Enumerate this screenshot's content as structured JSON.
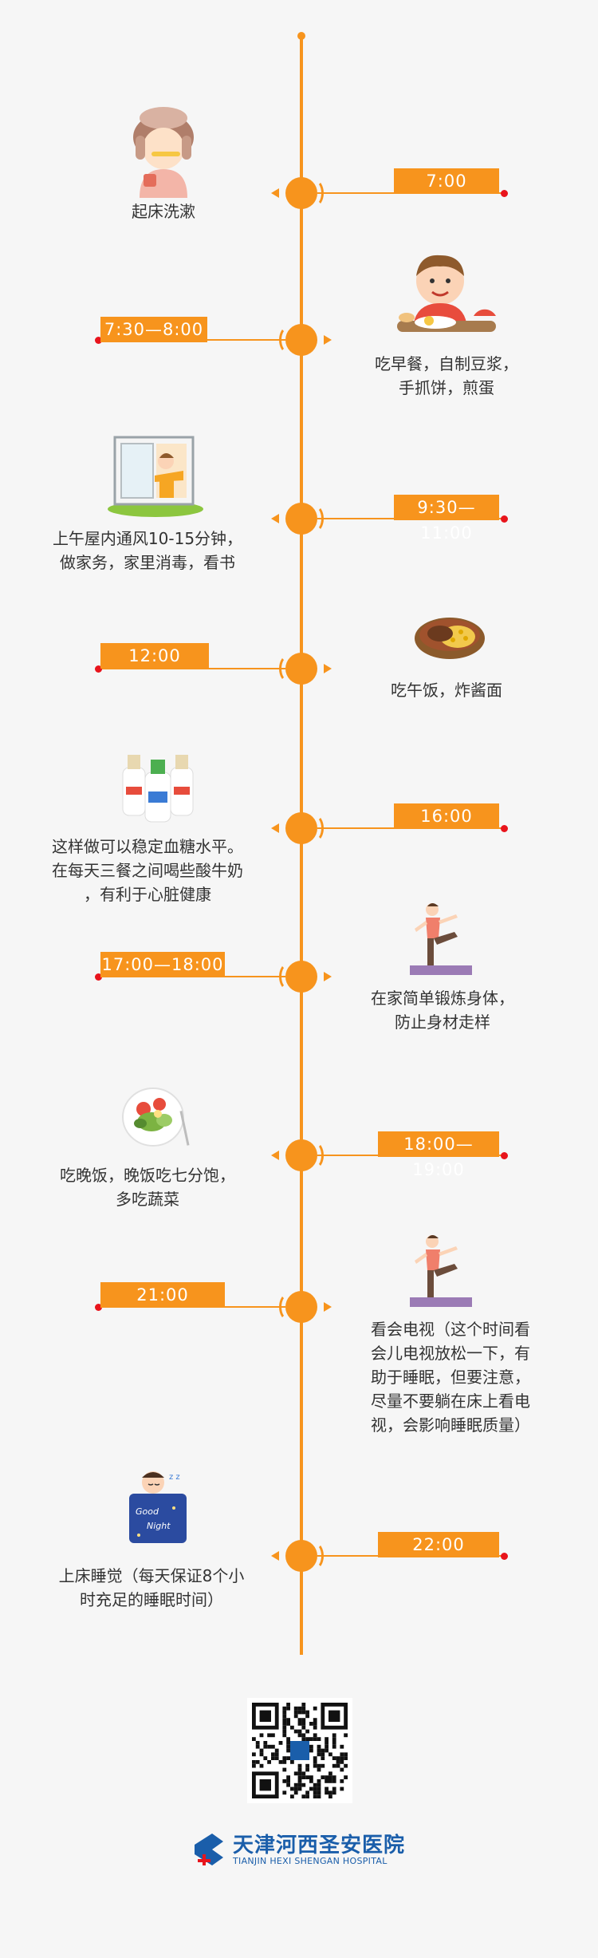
{
  "timeline": [
    {
      "time": "7:00",
      "desc": "起床洗漱",
      "icon": "wake-up-girl-icon"
    },
    {
      "time": "7:30—8:00",
      "desc": "吃早餐，自制豆浆，\n手抓饼，煎蛋",
      "icon": "breakfast-boy-icon"
    },
    {
      "time": "9:30—11:00",
      "desc": "上午屋内通风10-15分钟，\n做家务，家里消毒，看书",
      "icon": "open-window-icon"
    },
    {
      "time": "12:00",
      "desc": "吃午饭，炸酱面",
      "icon": "noodle-bowl-icon"
    },
    {
      "time": "16:00",
      "desc": "这样做可以稳定血糖水平。\n在每天三餐之间喝些酸牛奶\n，有利于心脏健康",
      "icon": "yogurt-bottles-icon"
    },
    {
      "time": "17:00—18:00",
      "desc": "在家简单锻炼身体，\n防止身材走样",
      "icon": "yoga-woman-icon"
    },
    {
      "time": "18:00—19:00",
      "desc": "吃晚饭，晚饭吃七分饱，\n多吃蔬菜",
      "icon": "salad-plate-icon"
    },
    {
      "time": "21:00",
      "desc": "看会电视（这个时间看\n会儿电视放松一下，有\n助于睡眠，但要注意，\n尽量不要躺在床上看电\n视，会影响睡眠质量）",
      "icon": "yoga-woman-icon"
    },
    {
      "time": "22:00",
      "desc": "上床睡觉（每天保证8个小\n时充足的睡眠时间）",
      "icon": "sleeping-boy-icon"
    }
  ],
  "footer": {
    "hospital_cn": "天津河西圣安医院",
    "hospital_en": "TIANJIN HEXI SHENGAN HOSPITAL",
    "qr_icon": "qr-code-icon",
    "logo_icon": "hospital-logo-icon"
  },
  "colors": {
    "accent": "#f7941d",
    "dot": "#e8141c",
    "text": "#333333",
    "brand": "#1a5eaa",
    "background": "#f6f6f6"
  }
}
